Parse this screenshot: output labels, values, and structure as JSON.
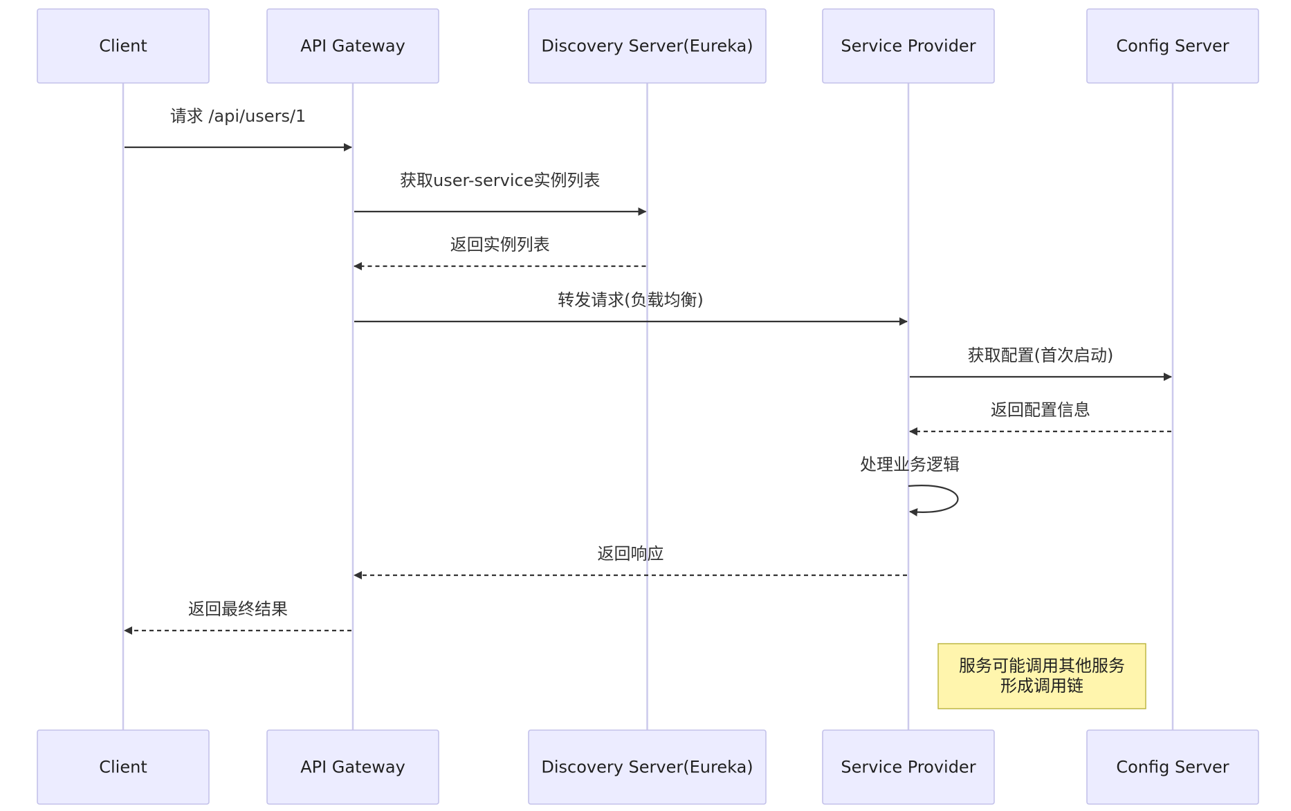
{
  "participants": [
    {
      "id": "client",
      "label": "Client"
    },
    {
      "id": "gateway",
      "label": "API Gateway"
    },
    {
      "id": "discovery",
      "label": "Discovery Server(Eureka)"
    },
    {
      "id": "provider",
      "label": "Service Provider"
    },
    {
      "id": "config",
      "label": "Config Server"
    }
  ],
  "messages": [
    {
      "from": "client",
      "to": "gateway",
      "label": "请求 /api/users/1",
      "style": "solid"
    },
    {
      "from": "gateway",
      "to": "discovery",
      "label": "获取user-service实例列表",
      "style": "solid"
    },
    {
      "from": "discovery",
      "to": "gateway",
      "label": "返回实例列表",
      "style": "dashed"
    },
    {
      "from": "gateway",
      "to": "provider",
      "label": "转发请求(负载均衡)",
      "style": "solid"
    },
    {
      "from": "provider",
      "to": "config",
      "label": "获取配置(首次启动)",
      "style": "solid"
    },
    {
      "from": "config",
      "to": "provider",
      "label": "返回配置信息",
      "style": "dashed"
    },
    {
      "from": "provider",
      "to": "provider",
      "label": "处理业务逻辑",
      "style": "solid"
    },
    {
      "from": "provider",
      "to": "gateway",
      "label": "返回响应",
      "style": "dashed"
    },
    {
      "from": "gateway",
      "to": "client",
      "label": "返回最终结果",
      "style": "dashed"
    }
  ],
  "notes": [
    {
      "over": "provider",
      "position": "right",
      "lines": [
        "服务可能调用其他服务",
        "形成调用链"
      ]
    }
  ],
  "colors": {
    "actor_fill": "#ececff",
    "actor_border": "#c3c1ea",
    "lifeline": "#ccc9ec",
    "message": "#333333",
    "note_fill": "#fff5ad",
    "note_border": "#b9b23a"
  }
}
